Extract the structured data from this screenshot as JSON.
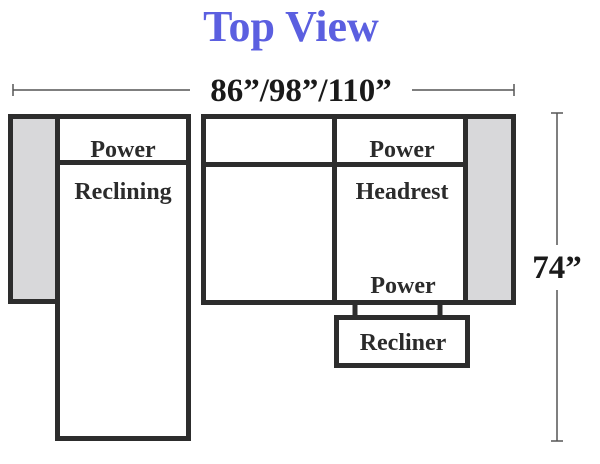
{
  "title": "Top View",
  "width_dimension": "86”/98”/110”",
  "depth_dimension": "74”",
  "left_section": {
    "top_label": "Power",
    "main_label": "Reclining"
  },
  "right_section": {
    "top_label": "Power",
    "main_label": "Headrest",
    "bottom_label": "Power",
    "footrest_label": "Recliner"
  },
  "colors": {
    "title": "#5b5fe0",
    "outline": "#2d2d2d",
    "armrest_fill": "#d8d8da",
    "dimension_line": "#555555"
  }
}
